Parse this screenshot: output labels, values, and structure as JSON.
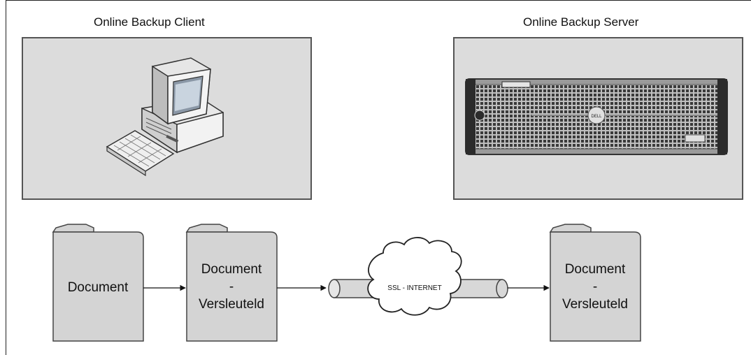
{
  "client": {
    "title": "Online Backup Client"
  },
  "server": {
    "title": "Online Backup Server",
    "brand": "DELL"
  },
  "flow": {
    "doc1": {
      "line1": "Document"
    },
    "doc2": {
      "line1": "Document",
      "line2": "-",
      "line3": "Versleuteld"
    },
    "tunnel": {
      "label": "SSL - INTERNET"
    },
    "doc3": {
      "line1": "Document",
      "line2": "-",
      "line3": "Versleuteld"
    }
  },
  "colors": {
    "panel_bg": "#dcdcdc",
    "doc_bg": "#d4d4d4",
    "tube_bg": "#d8d8d8",
    "stroke": "#444444"
  }
}
